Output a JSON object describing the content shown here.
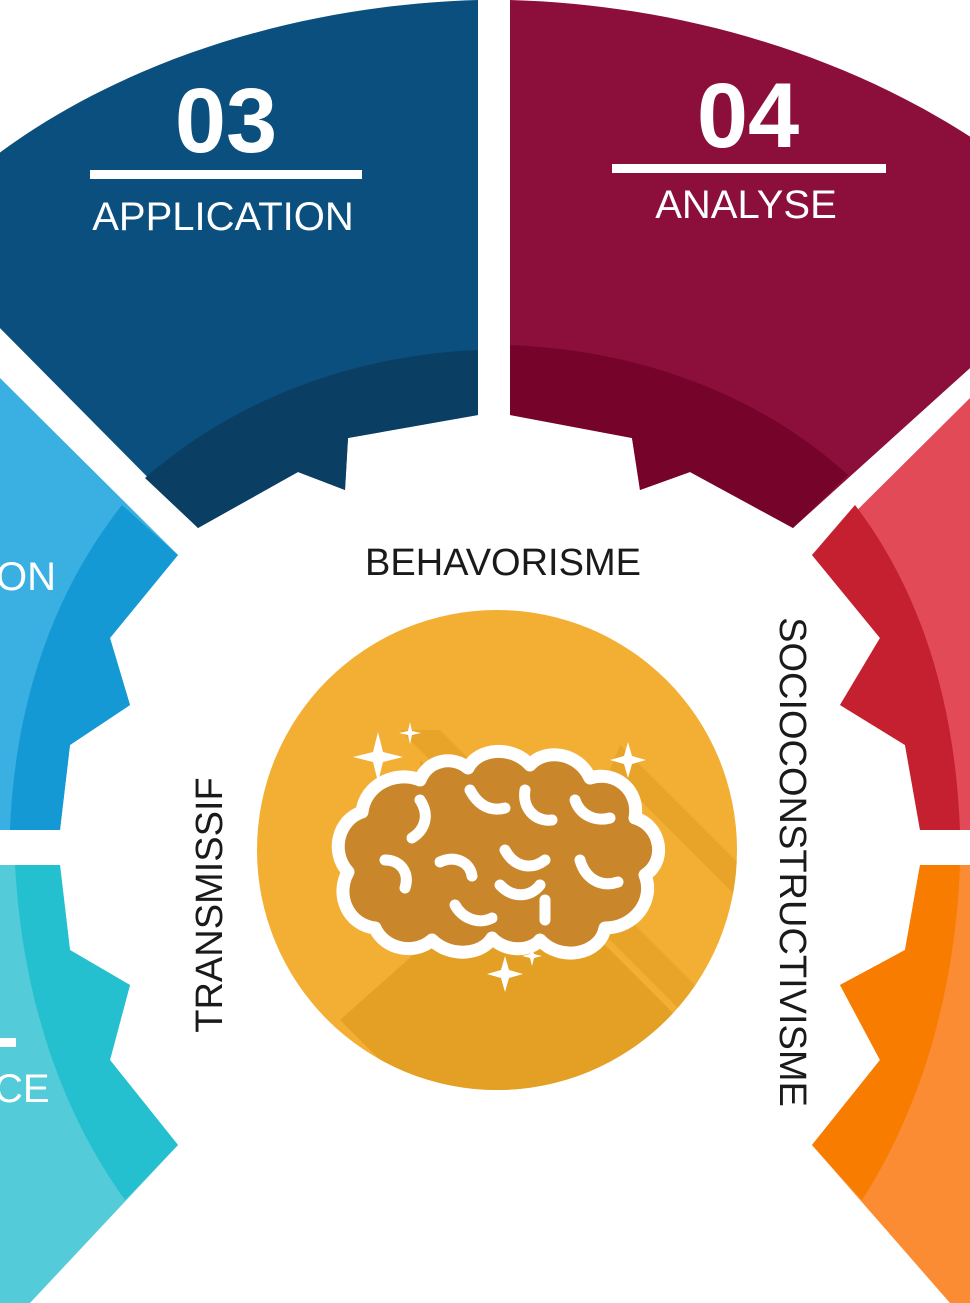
{
  "segments": [
    {
      "number": "03",
      "label": "APPLICATION",
      "color": "#0a4f7e",
      "shade": "#0a3e63"
    },
    {
      "number": "04",
      "label": "ANALYSE",
      "color": "#8b0f3a",
      "shade": "#760329"
    },
    {
      "number": "",
      "label": "ON",
      "color": "#3aafe2",
      "shade": "#1599d4"
    },
    {
      "number": "",
      "label": "CE",
      "color": "#54cbd8",
      "shade": "#25c0d0"
    },
    {
      "number": "",
      "label": "",
      "color": "#e24a58",
      "shade": "#c5202f"
    },
    {
      "number": "",
      "label": "",
      "color": "#fb8c33",
      "shade": "#f77c00"
    }
  ],
  "center": {
    "top_label": "BEHAVORISME",
    "left_label": "TRANSMISSIF",
    "right_label": "SOCIOCONSTRUCTIVISME",
    "icon": "brain-icon",
    "circle_color": "#f2af33"
  }
}
